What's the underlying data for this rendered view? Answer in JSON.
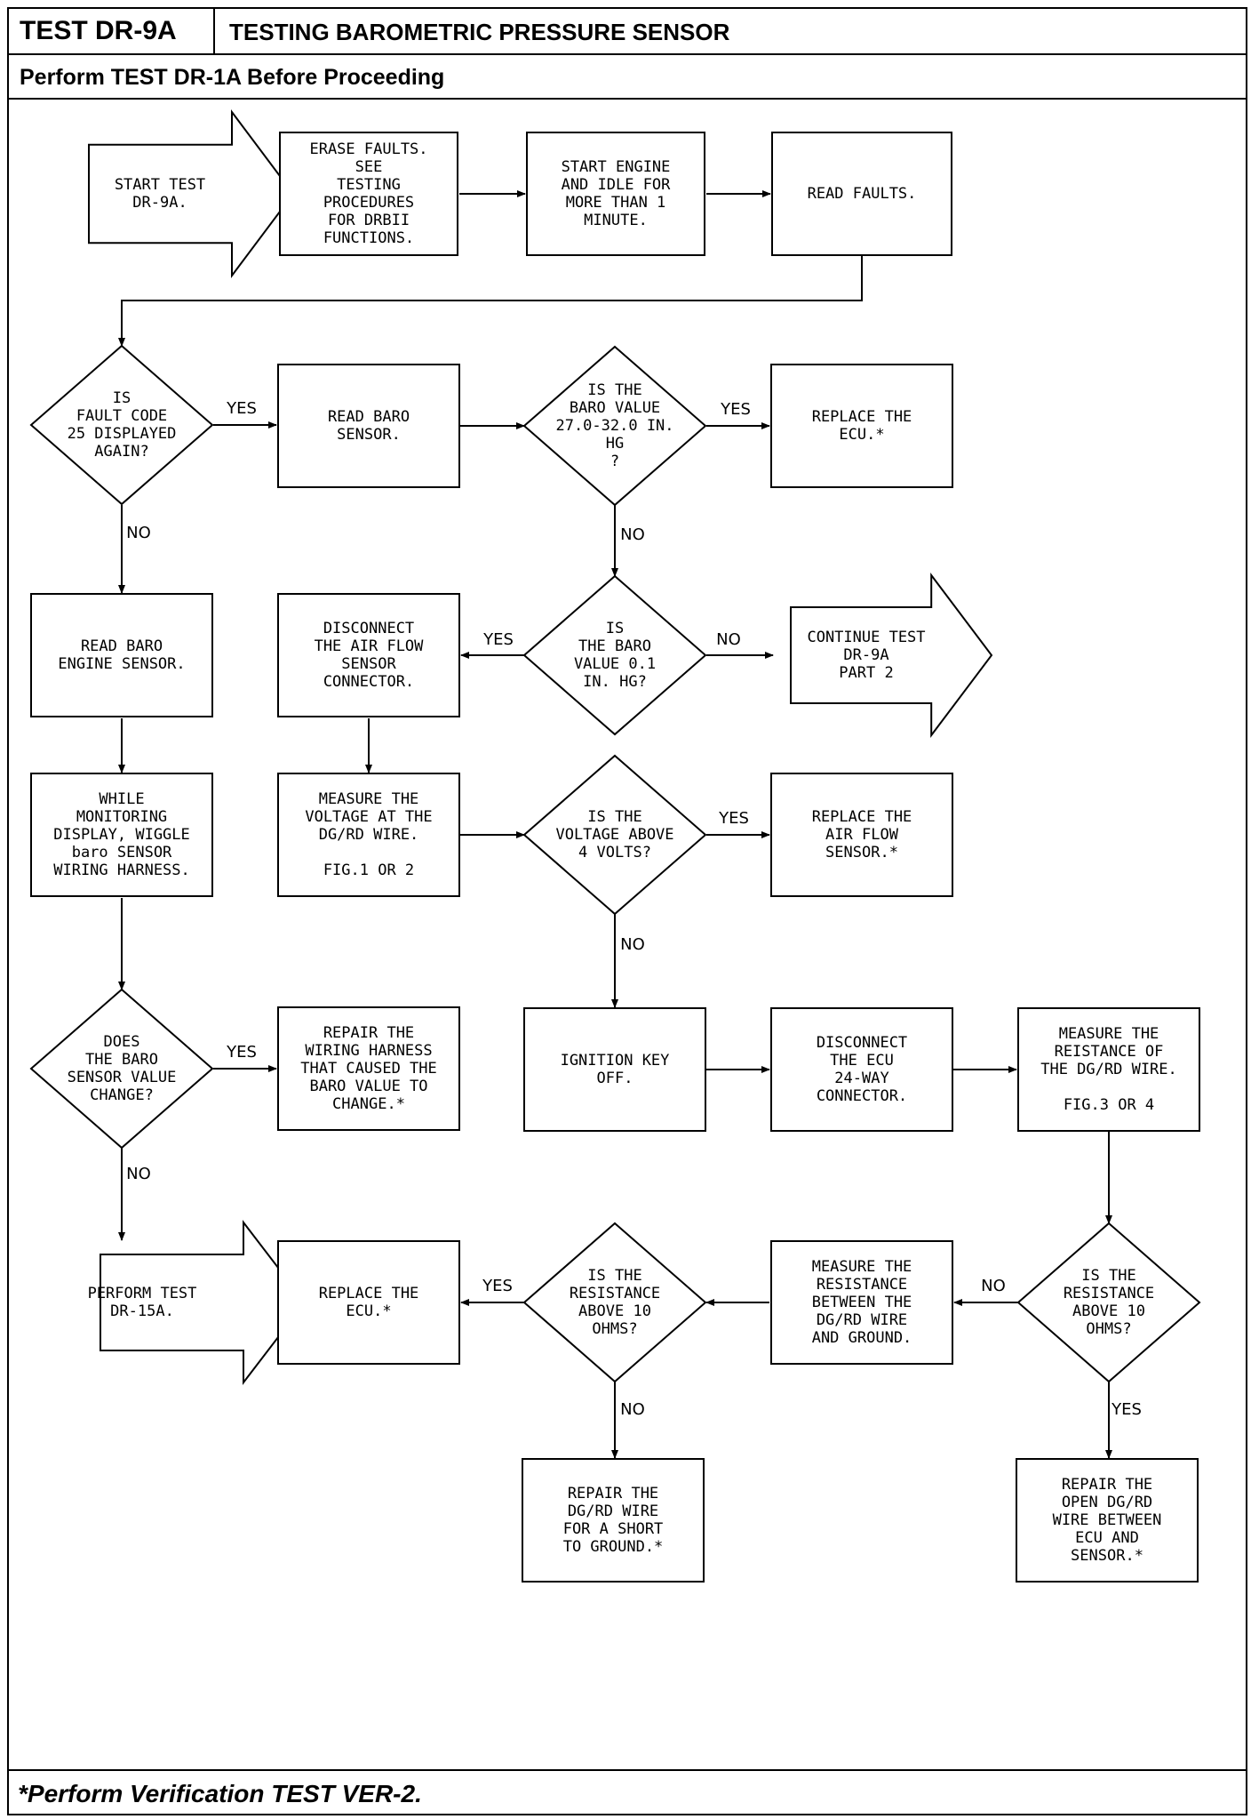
{
  "header": {
    "test_id": "TEST DR-9A",
    "title": "TESTING BAROMETRIC PRESSURE SENSOR",
    "prerequisite": "Perform TEST DR-1A Before Proceeding"
  },
  "footer": {
    "note": "*Perform Verification TEST VER-2."
  },
  "nodes": [
    {
      "id": "start",
      "lines": [
        "START TEST",
        "DR-9A."
      ]
    },
    {
      "id": "erase",
      "lines": [
        "ERASE FAULTS.",
        "SEE",
        "TESTING",
        "PROCEDURES",
        "FOR DRBII",
        "FUNCTIONS."
      ]
    },
    {
      "id": "start_engine",
      "lines": [
        "START ENGINE",
        "AND IDLE FOR",
        "MORE THAN 1",
        "MINUTE."
      ]
    },
    {
      "id": "read_faults",
      "lines": [
        "READ FAULTS."
      ]
    },
    {
      "id": "q_fault25",
      "lines": [
        "IS",
        "FAULT CODE",
        "25 DISPLAYED",
        "AGAIN?"
      ]
    },
    {
      "id": "read_baro",
      "lines": [
        "READ BARO",
        "SENSOR."
      ]
    },
    {
      "id": "q_baro_range",
      "lines": [
        "IS THE",
        "BARO VALUE",
        "27.0-32.0 IN.",
        "HG",
        "?"
      ]
    },
    {
      "id": "replace_ecu_1",
      "lines": [
        "REPLACE THE",
        "ECU.*"
      ]
    },
    {
      "id": "read_baro_engine",
      "lines": [
        "READ BARO",
        "ENGINE SENSOR."
      ]
    },
    {
      "id": "disconnect_af",
      "lines": [
        "DISCONNECT",
        "THE AIR FLOW",
        "SENSOR",
        "CONNECTOR."
      ]
    },
    {
      "id": "q_baro_01",
      "lines": [
        "IS",
        "THE BARO",
        "VALUE 0.1",
        "IN. HG?"
      ]
    },
    {
      "id": "continue",
      "lines": [
        "CONTINUE TEST",
        "DR-9A",
        "PART 2"
      ]
    },
    {
      "id": "wiggle",
      "lines": [
        "WHILE",
        "MONITORING",
        "DISPLAY, WIGGLE",
        "baro SENSOR",
        "WIRING HARNESS."
      ]
    },
    {
      "id": "measure_voltage",
      "lines": [
        "MEASURE THE",
        "VOLTAGE AT THE",
        "DG/RD WIRE.",
        "",
        "FIG.1 OR 2"
      ]
    },
    {
      "id": "q_voltage",
      "lines": [
        "IS THE",
        "VOLTAGE ABOVE",
        "4 VOLTS?"
      ]
    },
    {
      "id": "replace_af",
      "lines": [
        "REPLACE THE",
        "AIR FLOW",
        "SENSOR.*"
      ]
    },
    {
      "id": "q_baro_change",
      "lines": [
        "DOES",
        "THE BARO",
        "SENSOR VALUE",
        "CHANGE?"
      ]
    },
    {
      "id": "repair_harness",
      "lines": [
        "REPAIR THE",
        "WIRING HARNESS",
        "THAT CAUSED THE",
        "BARO VALUE TO",
        "CHANGE.*"
      ]
    },
    {
      "id": "ignition_off",
      "lines": [
        "IGNITION KEY",
        "OFF."
      ]
    },
    {
      "id": "disconnect_ecu",
      "lines": [
        "DISCONNECT",
        "THE ECU",
        "24-WAY",
        "CONNECTOR."
      ]
    },
    {
      "id": "measure_res_wire",
      "lines": [
        "MEASURE THE",
        "REISTANCE OF",
        "THE DG/RD WIRE.",
        "",
        "FIG.3 OR 4"
      ]
    },
    {
      "id": "perform_dr15a",
      "lines": [
        "PERFORM TEST",
        "DR-15A."
      ]
    },
    {
      "id": "replace_ecu_2",
      "lines": [
        "REPLACE THE",
        "ECU.*"
      ]
    },
    {
      "id": "q_res_ground",
      "lines": [
        "IS THE",
        "RESISTANCE",
        "ABOVE 10",
        "OHMS?"
      ]
    },
    {
      "id": "measure_res_ground",
      "lines": [
        "MEASURE THE",
        "RESISTANCE",
        "BETWEEN THE",
        "DG/RD WIRE",
        "AND GROUND."
      ]
    },
    {
      "id": "q_res_wire",
      "lines": [
        "IS THE",
        "RESISTANCE",
        "ABOVE 10",
        "OHMS?"
      ]
    },
    {
      "id": "repair_short",
      "lines": [
        "REPAIR THE",
        "DG/RD WIRE",
        "FOR A SHORT",
        "TO GROUND.*"
      ]
    },
    {
      "id": "repair_open",
      "lines": [
        "REPAIR THE",
        "OPEN DG/RD",
        "WIRE BETWEEN",
        "ECU AND",
        "SENSOR.*"
      ]
    }
  ],
  "edges": [
    {
      "from": "start",
      "to": "erase",
      "label": ""
    },
    {
      "from": "erase",
      "to": "start_engine",
      "label": ""
    },
    {
      "from": "start_engine",
      "to": "read_faults",
      "label": ""
    },
    {
      "from": "read_faults",
      "to": "q_fault25",
      "label": ""
    },
    {
      "from": "q_fault25",
      "to": "read_baro",
      "label": "YES"
    },
    {
      "from": "read_baro",
      "to": "q_baro_range",
      "label": ""
    },
    {
      "from": "q_baro_range",
      "to": "replace_ecu_1",
      "label": "YES"
    },
    {
      "from": "q_fault25",
      "to": "read_baro_engine",
      "label": "NO"
    },
    {
      "from": "q_baro_range",
      "to": "q_baro_01",
      "label": "NO"
    },
    {
      "from": "q_baro_01",
      "to": "disconnect_af",
      "label": "YES"
    },
    {
      "from": "q_baro_01",
      "to": "continue",
      "label": "NO"
    },
    {
      "from": "read_baro_engine",
      "to": "wiggle",
      "label": ""
    },
    {
      "from": "disconnect_af",
      "to": "measure_voltage",
      "label": ""
    },
    {
      "from": "measure_voltage",
      "to": "q_voltage",
      "label": ""
    },
    {
      "from": "q_voltage",
      "to": "replace_af",
      "label": "YES"
    },
    {
      "from": "wiggle",
      "to": "q_baro_change",
      "label": ""
    },
    {
      "from": "q_baro_change",
      "to": "repair_harness",
      "label": "YES"
    },
    {
      "from": "q_voltage",
      "to": "ignition_off",
      "label": "NO"
    },
    {
      "from": "ignition_off",
      "to": "disconnect_ecu",
      "label": ""
    },
    {
      "from": "disconnect_ecu",
      "to": "measure_res_wire",
      "label": ""
    },
    {
      "from": "q_baro_change",
      "to": "perform_dr15a",
      "label": "NO"
    },
    {
      "from": "measure_res_wire",
      "to": "q_res_wire",
      "label": ""
    },
    {
      "from": "q_res_wire",
      "to": "measure_res_ground",
      "label": "NO"
    },
    {
      "from": "q_res_wire",
      "to": "repair_open",
      "label": "YES"
    },
    {
      "from": "measure_res_ground",
      "to": "q_res_ground",
      "label": ""
    },
    {
      "from": "q_res_ground",
      "to": "replace_ecu_2",
      "label": "YES"
    },
    {
      "from": "q_res_ground",
      "to": "repair_short",
      "label": "NO"
    }
  ]
}
